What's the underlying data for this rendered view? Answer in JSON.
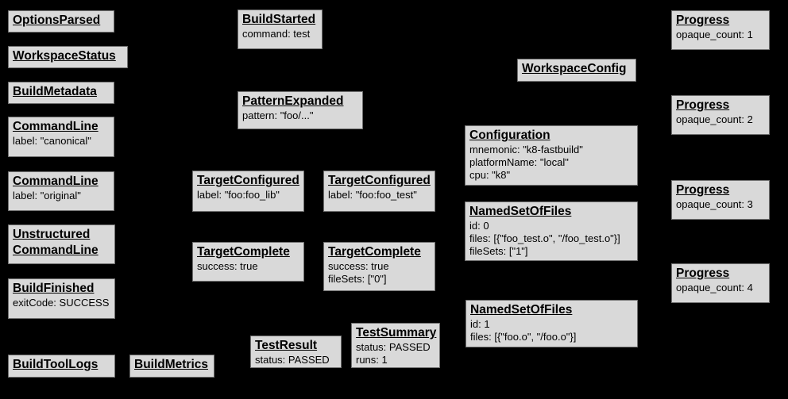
{
  "colors": {
    "background": "#000000",
    "node_fill": "#d9d9d9",
    "node_border": "#6f6f6f",
    "text": "#000000"
  },
  "nodes": [
    {
      "title": "OptionsParsed",
      "props": []
    },
    {
      "title": "WorkspaceStatus",
      "props": []
    },
    {
      "title": "BuildMetadata",
      "props": []
    },
    {
      "title": "CommandLine",
      "props": [
        "label: \"canonical\""
      ]
    },
    {
      "title": "CommandLine",
      "props": [
        "label: \"original\""
      ]
    },
    {
      "title": "Unstructured\nCommandLine",
      "props": []
    },
    {
      "title": "BuildFinished",
      "props": [
        "exitCode: SUCCESS"
      ]
    },
    {
      "title": "BuildToolLogs",
      "props": []
    },
    {
      "title": "BuildMetrics",
      "props": []
    },
    {
      "title": "BuildStarted",
      "props": [
        "command: test"
      ]
    },
    {
      "title": "PatternExpanded",
      "props": [
        "pattern: \"foo/...\""
      ]
    },
    {
      "title": "TargetConfigured",
      "props": [
        "label: \"foo:foo_lib\""
      ]
    },
    {
      "title": "TargetConfigured",
      "props": [
        "label: \"foo:foo_test\""
      ]
    },
    {
      "title": "TargetComplete",
      "props": [
        "success: true"
      ]
    },
    {
      "title": "TargetComplete",
      "props": [
        "success: true",
        "fileSets: [\"0\"]"
      ]
    },
    {
      "title": "TestResult",
      "props": [
        "status: PASSED"
      ]
    },
    {
      "title": "TestSummary",
      "props": [
        "status: PASSED",
        "runs: 1"
      ]
    },
    {
      "title": "WorkspaceConfig",
      "props": []
    },
    {
      "title": "Configuration",
      "props": [
        "mnemonic: \"k8-fastbuild\"",
        "platformName: \"local\"",
        "cpu: \"k8\""
      ]
    },
    {
      "title": "NamedSetOfFiles",
      "props": [
        "id: 0",
        "files: [{\"foo_test.o\", \"/foo_test.o\"}]",
        "fileSets: [\"1\"]"
      ]
    },
    {
      "title": "NamedSetOfFiles",
      "props": [
        "id: 1",
        "files: [{\"foo.o\", \"/foo.o\"}]"
      ]
    },
    {
      "title": "Progress",
      "props": [
        "opaque_count: 1"
      ]
    },
    {
      "title": "Progress",
      "props": [
        "opaque_count: 2"
      ]
    },
    {
      "title": "Progress",
      "props": [
        "opaque_count: 3"
      ]
    },
    {
      "title": "Progress",
      "props": [
        "opaque_count: 4"
      ]
    }
  ]
}
